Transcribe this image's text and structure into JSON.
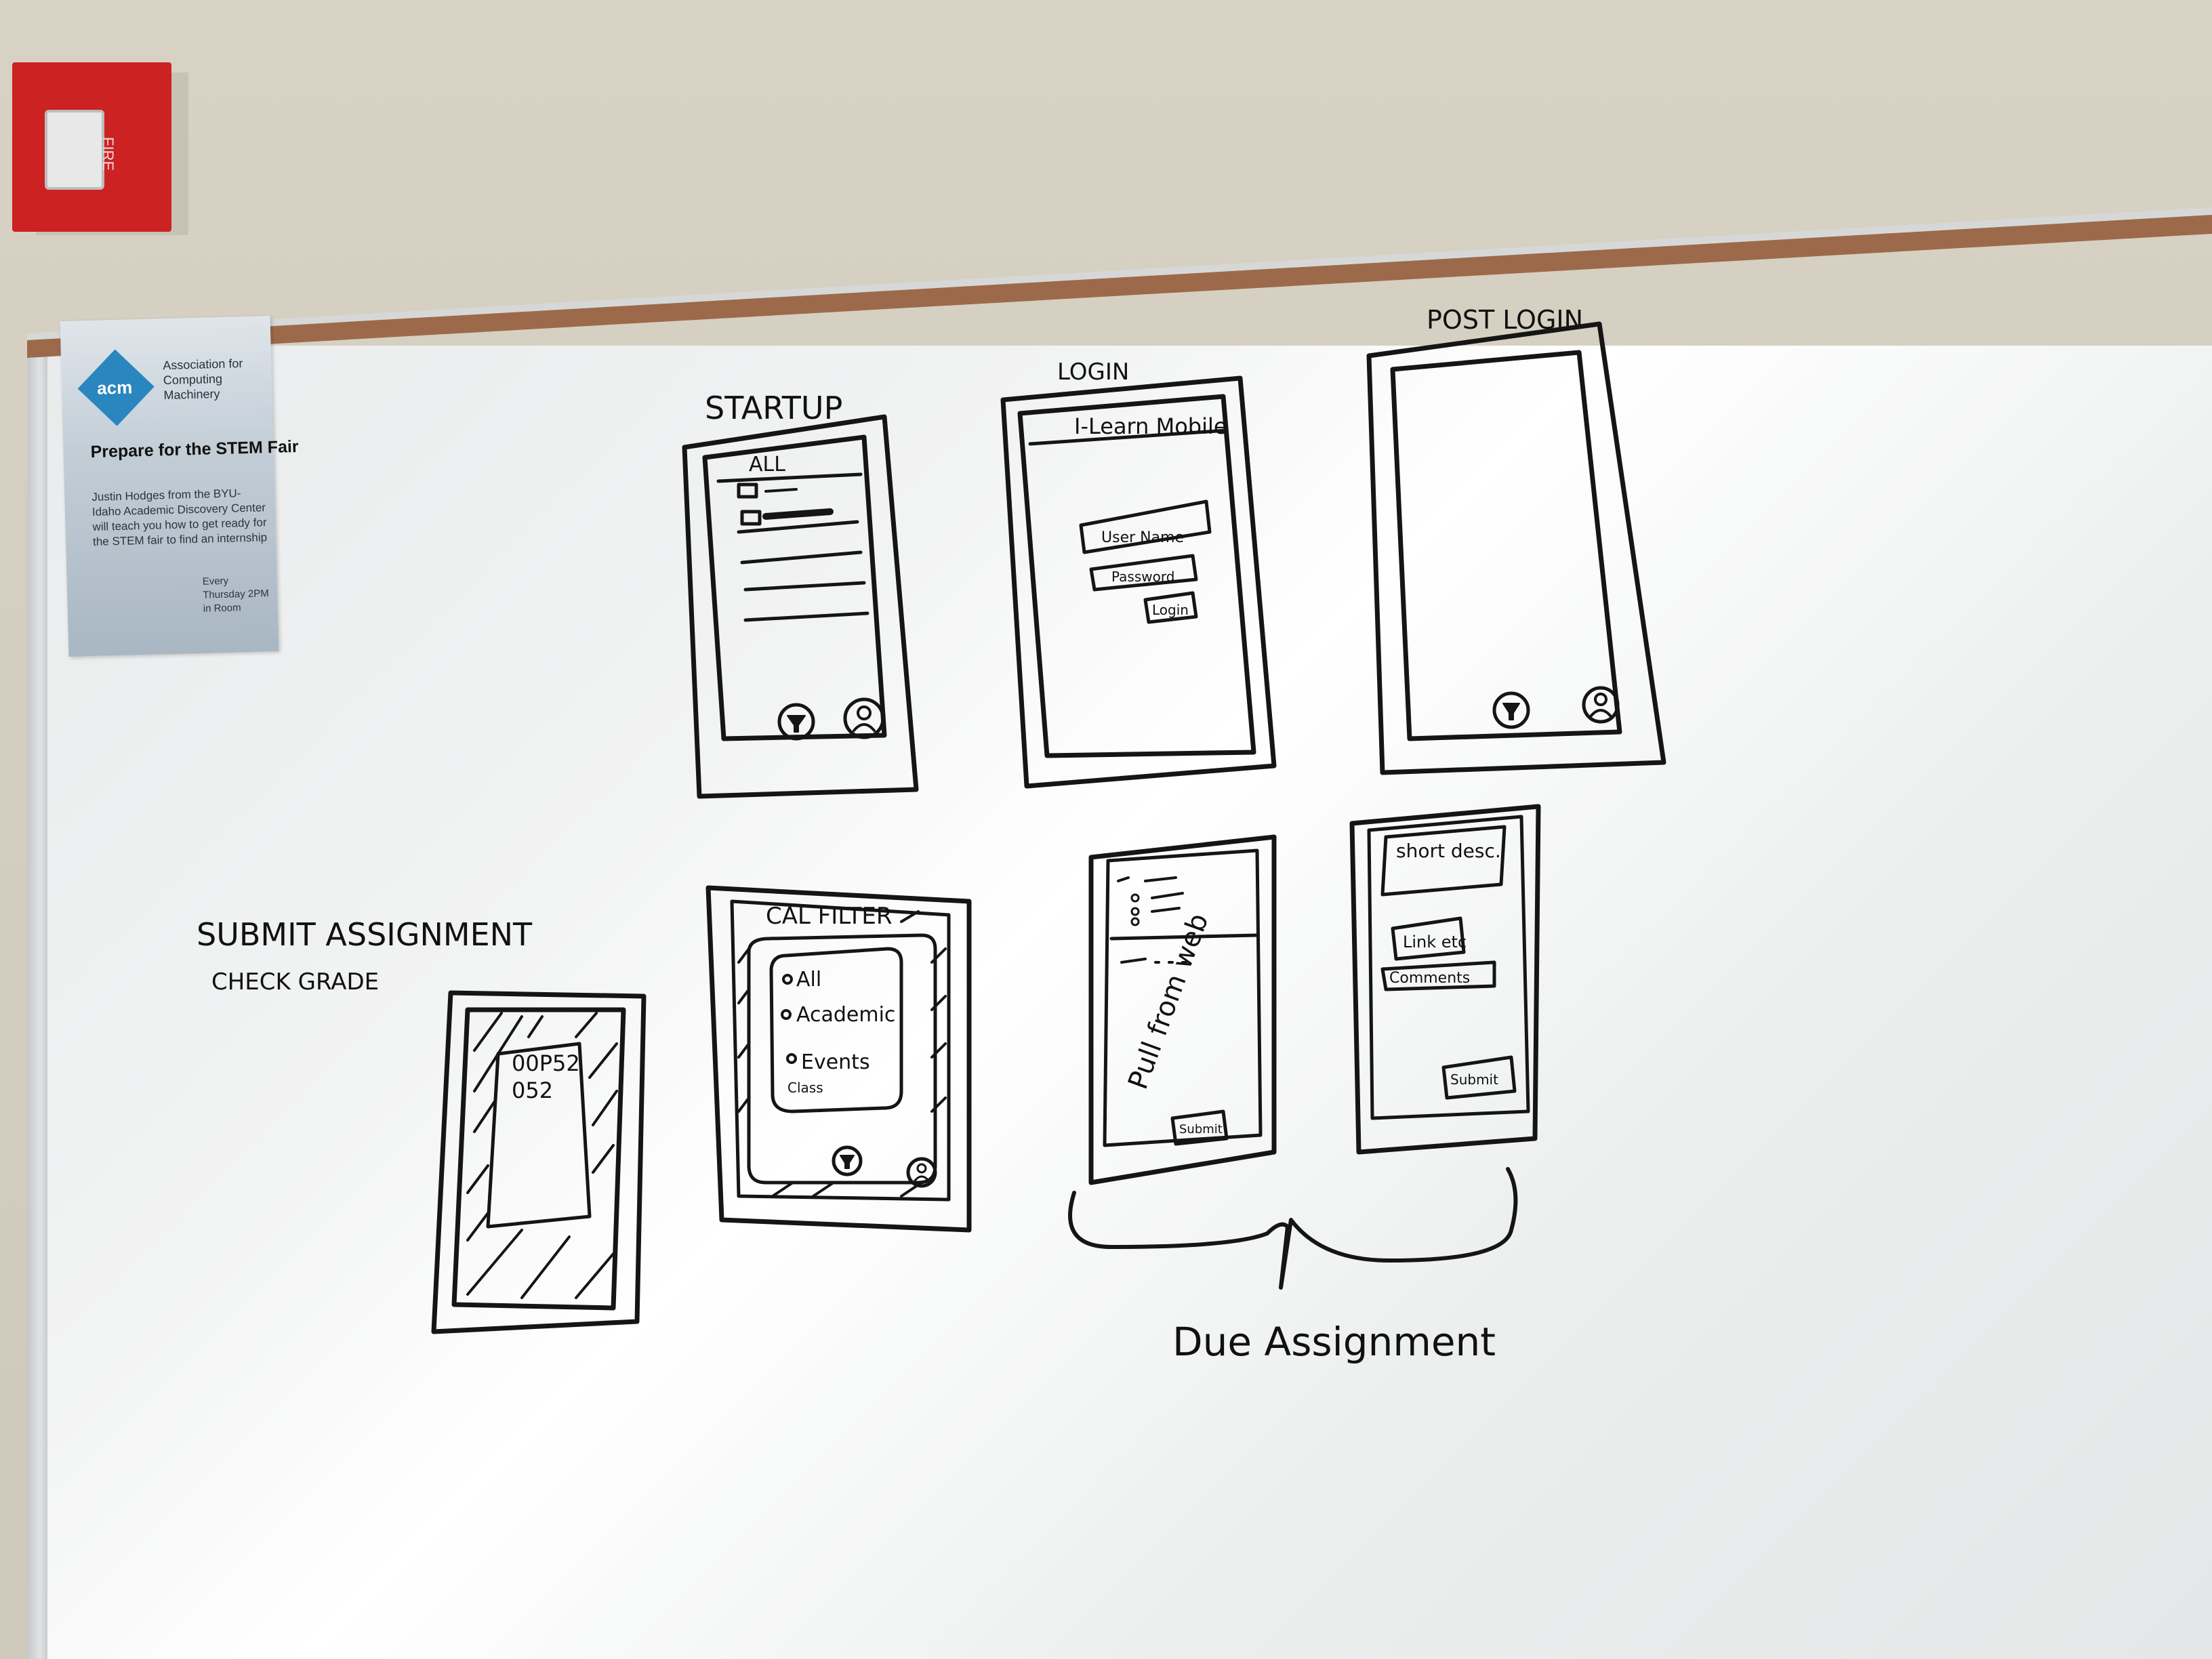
{
  "flyer": {
    "logo_text": "acm",
    "org_name": "Association for Computing Machinery",
    "headline": "Prepare for the STEM Fair",
    "body": "Justin Hodges from the BYU-Idaho Academic Discovery Center will teach you how to get ready for the STEM fair to find an internship",
    "footer": "Every Thursday 2PM in Room"
  },
  "sketches": {
    "startup": {
      "title": "STARTUP",
      "tab_label": "ALL"
    },
    "login": {
      "title": "LOGIN",
      "app_name": "I-Learn Mobile",
      "username": "User Name",
      "password": "Password",
      "button": "Login"
    },
    "post_login": {
      "title": "POST LOGIN"
    },
    "submit": {
      "title": "SUBMIT ASSIGNMENT",
      "subtitle": "CHECK GRADE",
      "line1": "00P52",
      "line2": "052"
    },
    "cal_filter": {
      "title": "CAL FILTER",
      "options": [
        "All",
        "Academic",
        "Events",
        "Class"
      ]
    },
    "assignment_list": {
      "pull_text": "Pull from web",
      "button": "Submit"
    },
    "assignment_detail": {
      "desc": "short desc.",
      "link": "Link etc",
      "comments": "Comments",
      "button": "Submit"
    },
    "brace_label": "Due Assignment"
  }
}
